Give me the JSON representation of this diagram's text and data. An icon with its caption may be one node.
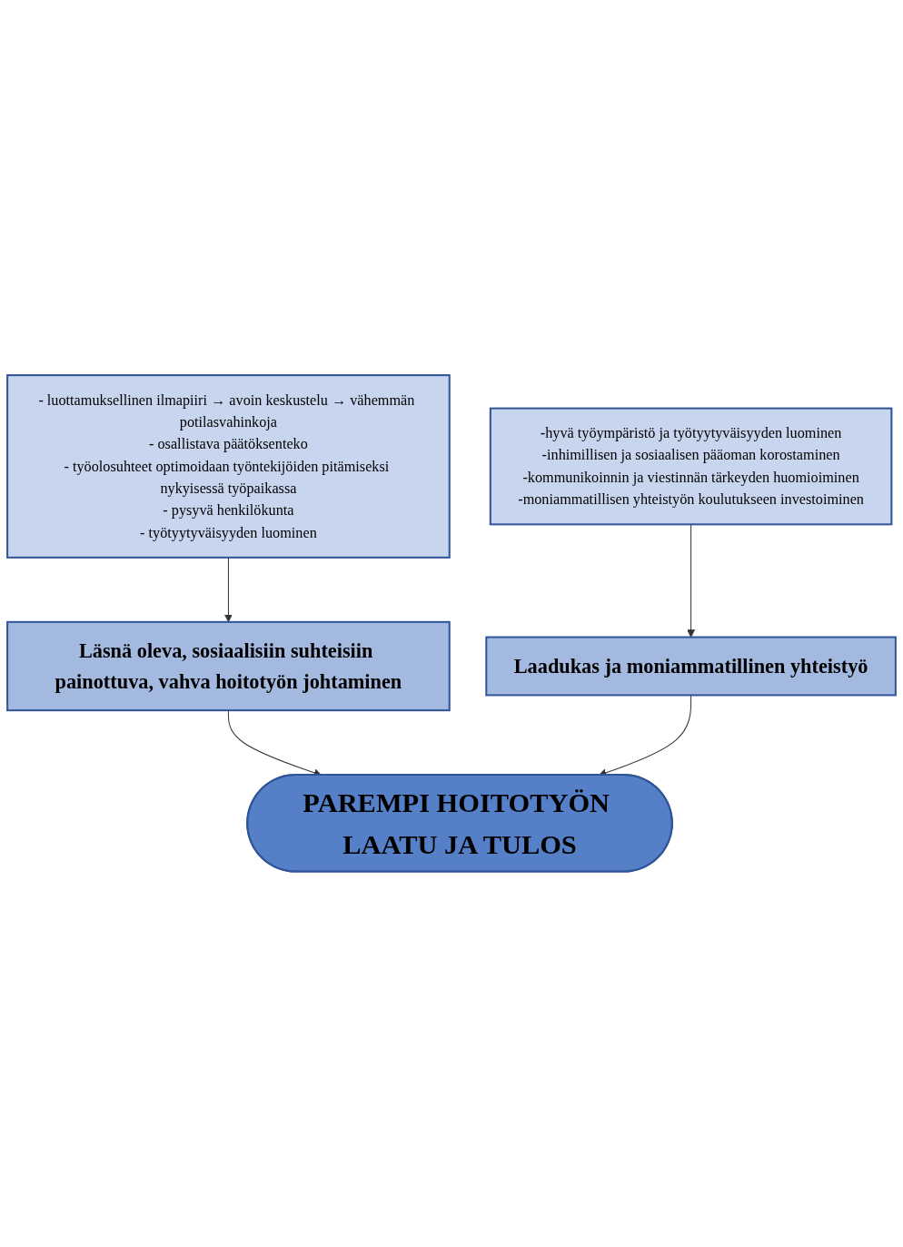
{
  "diagram": {
    "nodes": [
      {
        "text": [
          "- luottamuksellinen ilmapiiri → avoin keskustelu → vähemmän potilasvahinkoja",
          "- osallistava päätöksenteko",
          "- työolosuhteet optimoidaan työntekijöiden pitämiseksi nykyisessä työpaikassa",
          "- pysyvä henkilökunta",
          "- työtyytyväisyyden luominen"
        ]
      },
      {
        "text": [
          "Läsnä oleva, sosiaalisiin suhteisiin painottuva, vahva hoitotyön johtaminen"
        ]
      },
      {
        "text": [
          "PAREMPI HOITOTYÖN LAATU JA TULOS"
        ]
      },
      {
        "text": [
          "Laadukas ja moniammatillinen yhteistyö"
        ]
      },
      {
        "text": [
          "-hyvä työympäristö ja työtyytyväisyyden luominen",
          "-inhimillisen ja sosiaalisen pääoman korostaminen",
          "-kommunikoinnin ja viestinnän tärkeyden huomioiminen",
          "-moniammatillisen yhteistyön koulutukseen investoiminen"
        ]
      }
    ],
    "edges": [
      {
        "from": 0,
        "to": 1,
        "arrow": "to"
      },
      {
        "from": 1,
        "to": 2,
        "arrow": "to"
      },
      {
        "from": 3,
        "to": 2,
        "arrow": "to"
      },
      {
        "from": 4,
        "to": 3,
        "arrow": "to"
      }
    ]
  }
}
